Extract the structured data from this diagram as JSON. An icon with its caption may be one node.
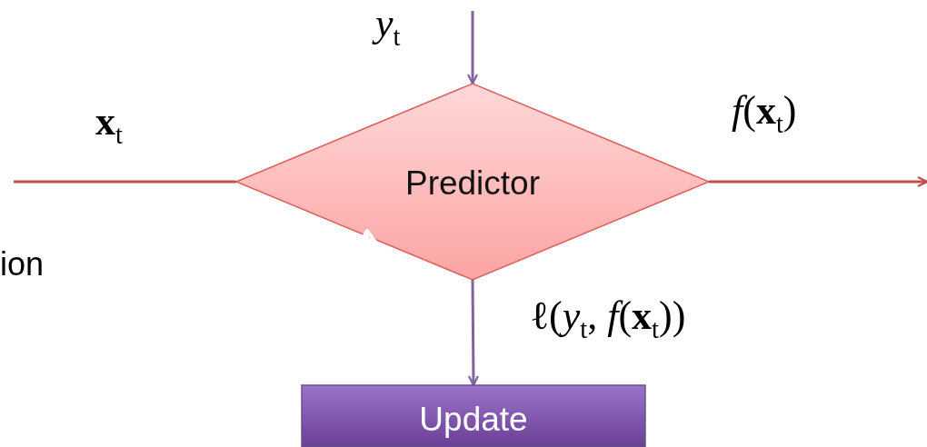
{
  "diagram": {
    "nodes": [
      {
        "text": [
          "Predictor"
        ]
      },
      {
        "text": [
          "Update"
        ]
      }
    ],
    "edges": [
      {
        "from": null,
        "to": 0,
        "arrow": "to",
        "label": "*y*$_{t}$",
        "color": "#8064a2"
      },
      {
        "from": null,
        "to": 0,
        "arrow": "none",
        "label": "**x**$_{t}$",
        "color": "#c0504d"
      },
      {
        "from": 0,
        "to": null,
        "arrow": "to",
        "label": "*f*(**x**$_{t}$)",
        "color": "#c0504d"
      },
      {
        "from": 0,
        "to": 1,
        "arrow": "to",
        "label": "ℓ(*y*$_{t}$, *f*(**x**$_{t}$))",
        "color": "#8064a2"
      }
    ],
    "labels": [
      "ion"
    ]
  }
}
